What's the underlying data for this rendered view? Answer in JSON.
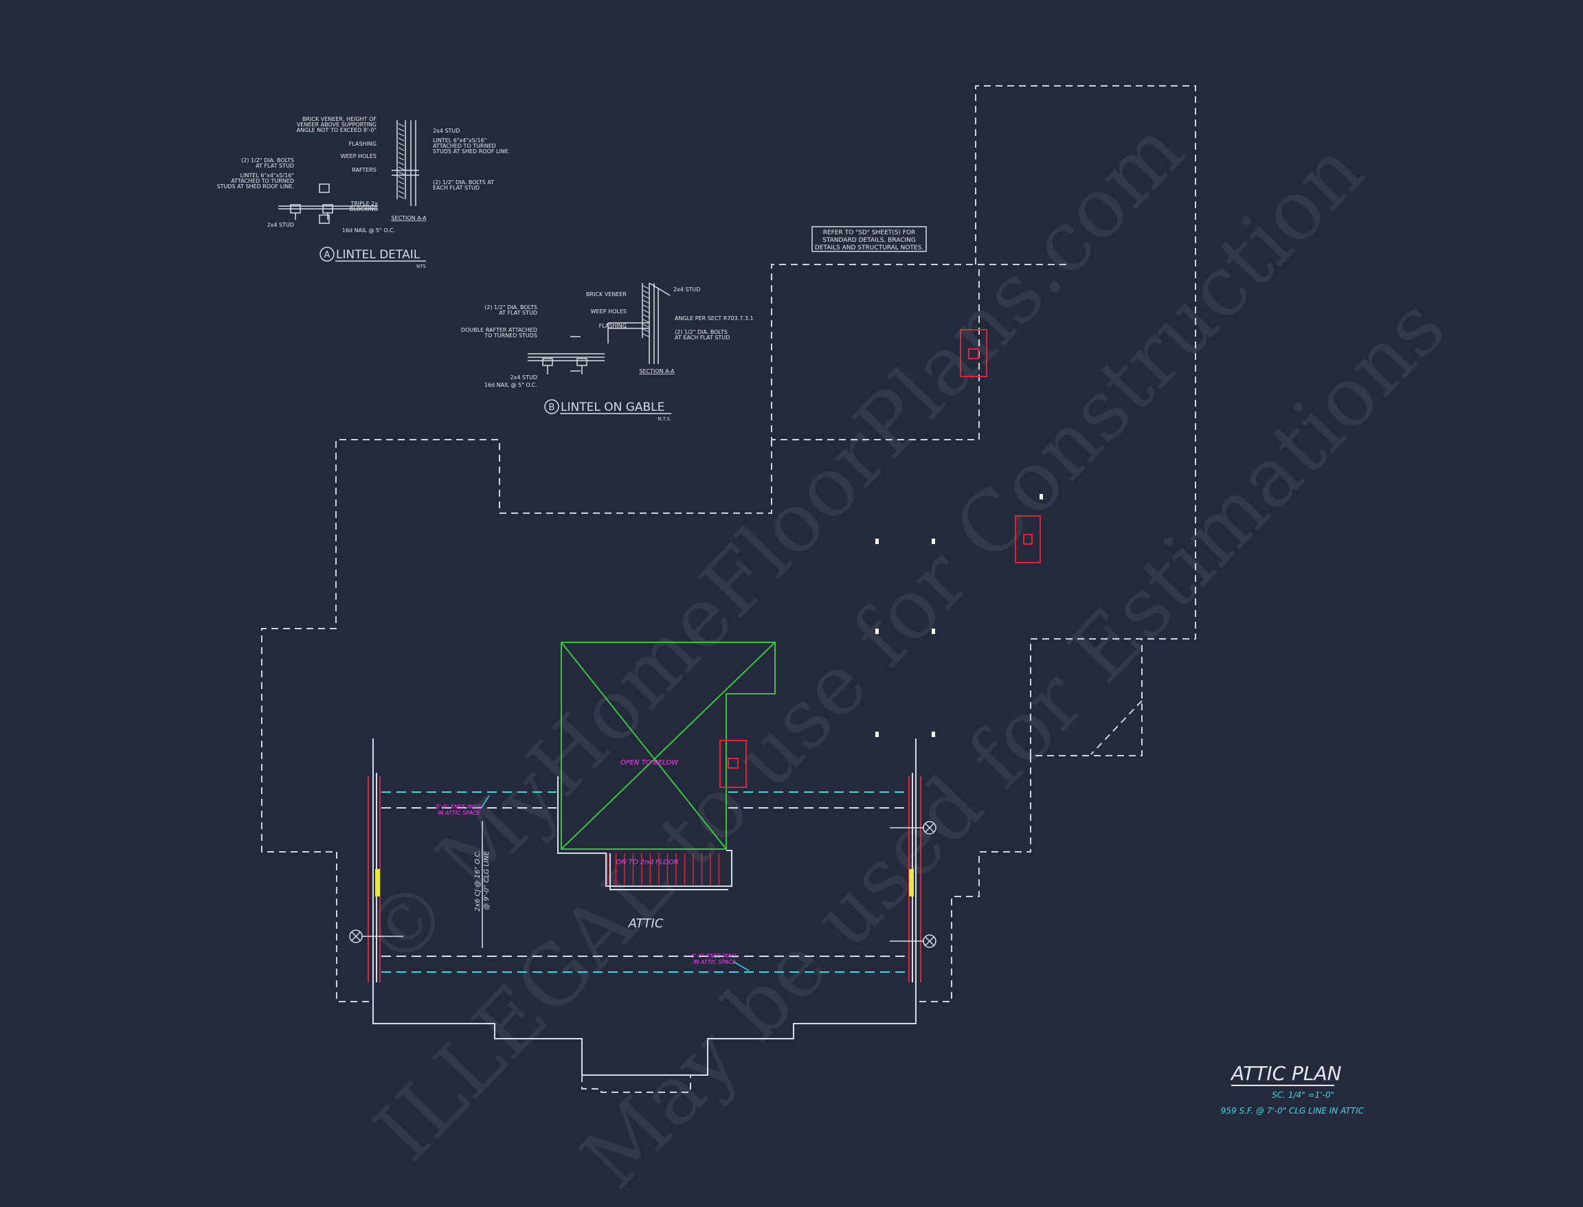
{
  "colors": {
    "background": "#242a3b",
    "line": "#d8dce6",
    "dashed": "#cfd3dc",
    "red": "#d6283a",
    "green": "#37c63d",
    "magenta": "#ff33ff",
    "cyan": "#3fd6e6",
    "yellow": "#e8e84a"
  },
  "watermark": {
    "line1": "© MyHomeFloorPlans.com",
    "line2": "ILLEGAL to use for Construction",
    "line3": "May be used for Estimations"
  },
  "lintel_detail": {
    "mark": "A",
    "title": "LINTEL DETAIL",
    "scale": "NTS",
    "section": "SECTION A-A",
    "notes": {
      "veneer": [
        "BRICK VENEER, HEIGHT OF",
        "VENEER ABOVE SUPPORTING",
        "ANGLE NOT TO EXCEED 8'-0\""
      ],
      "flashing": "FLASHING",
      "weep": "WEEP HOLES",
      "rafters": "RAFTERS",
      "bolts": [
        "(2) 1/2\" DIA. BOLTS",
        "AT FLAT STUD"
      ],
      "lintel_left": [
        "LINTEL 6\"x4\"x5/16\"",
        "ATTACHED TO TURNED",
        "STUDS AT SHED ROOF LINE."
      ],
      "blocking": [
        "TRIPLE 2x",
        "BLOCKING"
      ],
      "stud": "2x4 STUD",
      "nail": "16d NAIL @ 5\" O.C.",
      "stud_top": "2x4 STUD",
      "lintel_right": [
        "LINTEL 6\"x4\"x5/16\"",
        "ATTACHED TO TURNED",
        "STUDS AT SHED ROOF LINE."
      ],
      "bolts_right": [
        "(2) 1/2\" DIA. BOLTS AT",
        "EACH FLAT STUD"
      ]
    }
  },
  "lintel_gable": {
    "mark": "B",
    "title": "LINTEL ON GABLE",
    "scale": "N.T.S.",
    "section": "SECTION A-A",
    "notes": {
      "veneer": "BRICK VENEER",
      "weep": "WEEP HOLES",
      "flashing": "FLASHING",
      "stud_top": "2x4 STUD",
      "angle": "ANGLE PER SECT R703.7.3.1",
      "bolts_right": [
        "(2) 1/2\" DIA. BOLTS",
        "AT EACH FLAT STUD"
      ],
      "bolts_left": [
        "(2) 1/2\" DIA. BOLTS",
        "AT FLAT STUD"
      ],
      "double_rafter": [
        "DOUBLE RAFTER ATTACHED",
        "TO TURNED STUDS"
      ],
      "stud": "2x4 STUD",
      "nail": "16d NAIL @ 5\" O.C."
    }
  },
  "refer_note": [
    "REFER TO \"SD\" SHEET(S) FOR",
    "STANDARD DETAILS, BRACING",
    "DETAILS AND STRUCTURAL NOTES."
  ],
  "plan": {
    "room_label": "ATTIC",
    "open_to_below": "OPEN TO BELOW",
    "stair_note": "ON TO 2nd FLOOR",
    "joist_note": [
      "2x6 CJ @ 16\" O.C.",
      "@ 9'-0\" CLG LINE"
    ],
    "beam_note_top": [
      "5'-0\" KNEE WALL",
      "IN ATTIC SPACE"
    ],
    "beam_note_bottom": [
      "5'-0\" KNEE WALL",
      "IN ATTIC SPACE"
    ]
  },
  "title_block": {
    "title": "ATTIC PLAN",
    "scale": "SC. 1/4\" =1'-0\"",
    "area": "959 S.F. @ 7'-0\" CLG LINE IN ATTIC"
  }
}
